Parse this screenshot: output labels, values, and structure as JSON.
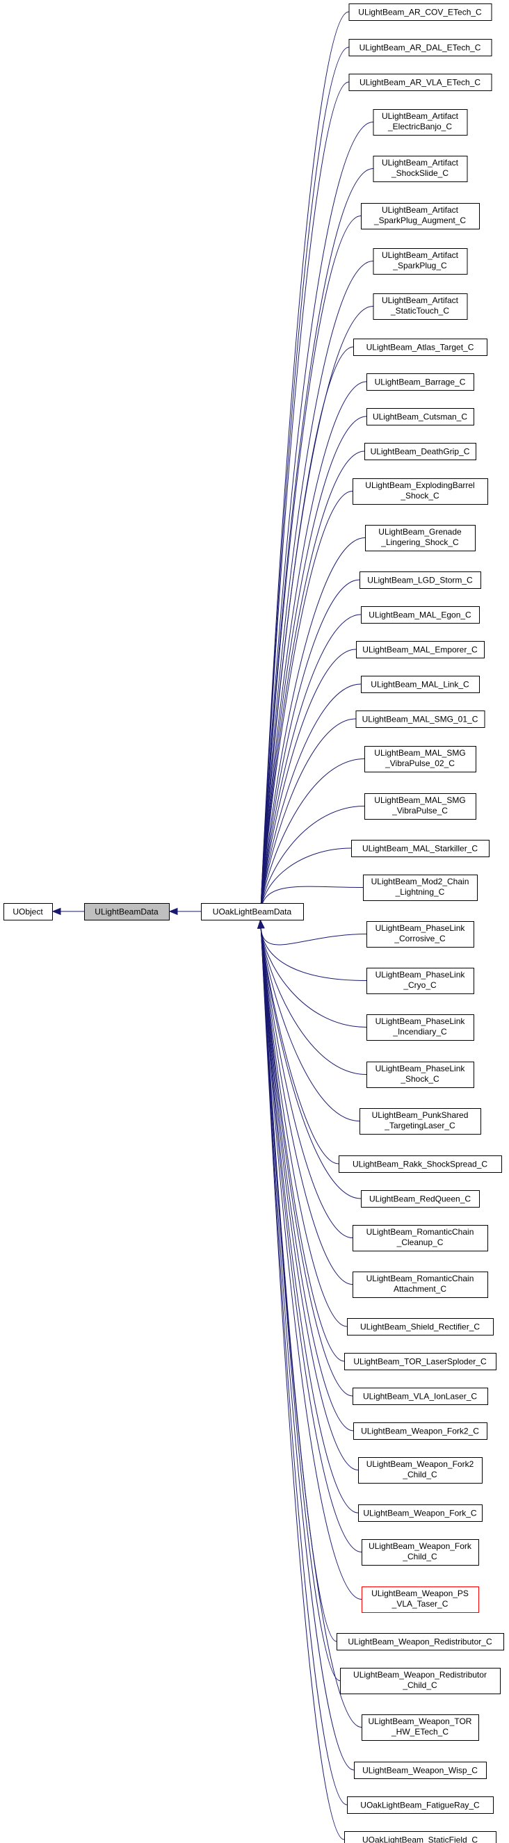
{
  "colors": {
    "edge": "#191970",
    "current_fill": "#bfbfbf",
    "border": "#000000",
    "highlight_border": "#ff0000",
    "background": "#ffffff"
  },
  "chain": [
    {
      "id": "uobject",
      "label": "UObject"
    },
    {
      "id": "ulightbeamdata",
      "label": "ULightBeamData",
      "current": true
    },
    {
      "id": "uoaklightbeamdata",
      "label": "UOakLightBeamData"
    }
  ],
  "children": [
    {
      "lines": [
        "ULightBeam_AR_COV_ETech_C"
      ]
    },
    {
      "lines": [
        "ULightBeam_AR_DAL_ETech_C"
      ]
    },
    {
      "lines": [
        "ULightBeam_AR_VLA_ETech_C"
      ]
    },
    {
      "lines": [
        "ULightBeam_Artifact",
        "_ElectricBanjo_C"
      ]
    },
    {
      "lines": [
        "ULightBeam_Artifact",
        "_ShockSlide_C"
      ]
    },
    {
      "lines": [
        "ULightBeam_Artifact",
        "_SparkPlug_Augment_C"
      ]
    },
    {
      "lines": [
        "ULightBeam_Artifact",
        "_SparkPlug_C"
      ]
    },
    {
      "lines": [
        "ULightBeam_Artifact",
        "_StaticTouch_C"
      ]
    },
    {
      "lines": [
        "ULightBeam_Atlas_Target_C"
      ]
    },
    {
      "lines": [
        "ULightBeam_Barrage_C"
      ]
    },
    {
      "lines": [
        "ULightBeam_Cutsman_C"
      ]
    },
    {
      "lines": [
        "ULightBeam_DeathGrip_C"
      ]
    },
    {
      "lines": [
        "ULightBeam_ExplodingBarrel",
        "_Shock_C"
      ]
    },
    {
      "lines": [
        "ULightBeam_Grenade",
        "_Lingering_Shock_C"
      ]
    },
    {
      "lines": [
        "ULightBeam_LGD_Storm_C"
      ]
    },
    {
      "lines": [
        "ULightBeam_MAL_Egon_C"
      ]
    },
    {
      "lines": [
        "ULightBeam_MAL_Emporer_C"
      ]
    },
    {
      "lines": [
        "ULightBeam_MAL_Link_C"
      ]
    },
    {
      "lines": [
        "ULightBeam_MAL_SMG_01_C"
      ]
    },
    {
      "lines": [
        "ULightBeam_MAL_SMG",
        "_VibraPulse_02_C"
      ]
    },
    {
      "lines": [
        "ULightBeam_MAL_SMG",
        "_VibraPulse_C"
      ]
    },
    {
      "lines": [
        "ULightBeam_MAL_Starkiller_C"
      ]
    },
    {
      "lines": [
        "ULightBeam_Mod2_Chain",
        "_Lightning_C"
      ]
    },
    {
      "lines": [
        "ULightBeam_PhaseLink",
        "_Corrosive_C"
      ]
    },
    {
      "lines": [
        "ULightBeam_PhaseLink",
        "_Cryo_C"
      ]
    },
    {
      "lines": [
        "ULightBeam_PhaseLink",
        "_Incendiary_C"
      ]
    },
    {
      "lines": [
        "ULightBeam_PhaseLink",
        "_Shock_C"
      ]
    },
    {
      "lines": [
        "ULightBeam_PunkShared",
        "_TargetingLaser_C"
      ]
    },
    {
      "lines": [
        "ULightBeam_Rakk_ShockSpread_C"
      ]
    },
    {
      "lines": [
        "ULightBeam_RedQueen_C"
      ]
    },
    {
      "lines": [
        "ULightBeam_RomanticChain",
        "_Cleanup_C"
      ]
    },
    {
      "lines": [
        "ULightBeam_RomanticChain",
        "Attachment_C"
      ]
    },
    {
      "lines": [
        "ULightBeam_Shield_Rectifier_C"
      ]
    },
    {
      "lines": [
        "ULightBeam_TOR_LaserSploder_C"
      ]
    },
    {
      "lines": [
        "ULightBeam_VLA_IonLaser_C"
      ]
    },
    {
      "lines": [
        "ULightBeam_Weapon_Fork2_C"
      ]
    },
    {
      "lines": [
        "ULightBeam_Weapon_Fork2",
        "_Child_C"
      ]
    },
    {
      "lines": [
        "ULightBeam_Weapon_Fork_C"
      ]
    },
    {
      "lines": [
        "ULightBeam_Weapon_Fork",
        "_Child_C"
      ]
    },
    {
      "lines": [
        "ULightBeam_Weapon_PS",
        "_VLA_Taser_C"
      ],
      "highlight": true
    },
    {
      "lines": [
        "ULightBeam_Weapon_Redistributor_C"
      ]
    },
    {
      "lines": [
        "ULightBeam_Weapon_Redistributor",
        "_Child_C"
      ]
    },
    {
      "lines": [
        "ULightBeam_Weapon_TOR",
        "_HW_ETech_C"
      ]
    },
    {
      "lines": [
        "ULightBeam_Weapon_Wisp_C"
      ]
    },
    {
      "lines": [
        "UOakLightBeam_FatigueRay_C"
      ]
    },
    {
      "lines": [
        "UOakLightBeam_StaticField_C"
      ]
    }
  ]
}
